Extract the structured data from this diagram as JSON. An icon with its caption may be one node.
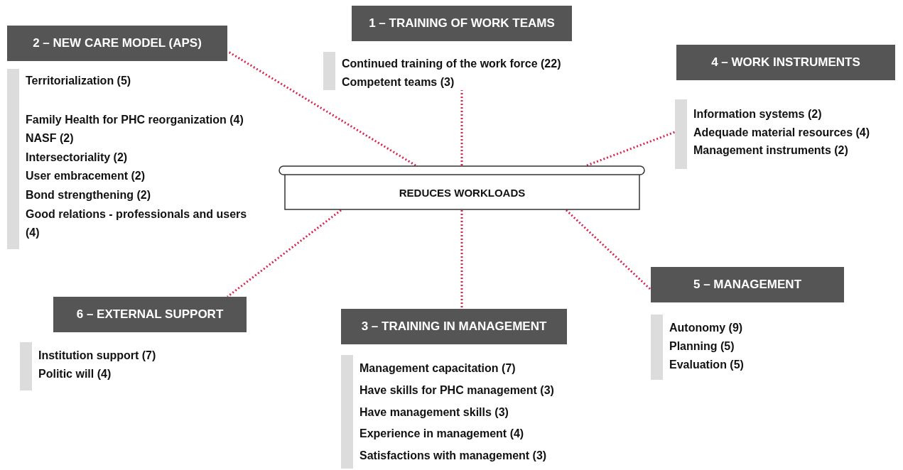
{
  "diagram": {
    "nodes": [
      {
        "text": [
          "1 – TRAINING OF WORK TEAMS"
        ]
      },
      {
        "text": [
          "Continued training of the work force (22)",
          "Competent teams (3)"
        ]
      },
      {
        "text": [
          "2 – NEW CARE MODEL (APS)"
        ]
      },
      {
        "text": [
          "Territorialization (5)",
          "Family Health for PHC reorganization (4)",
          "NASF (2)",
          "Intersectoriality (2)",
          "User embracement (2)",
          "Bond strengthening (2)",
          "Good relations - professionals and users (4)"
        ]
      },
      {
        "text": [
          "4 – WORK INSTRUMENTS"
        ]
      },
      {
        "text": [
          "Information systems (2)",
          "Adequade material resources (4)",
          "Management instruments (2)"
        ]
      },
      {
        "text": [
          "REDUCES WORKLOADS"
        ]
      },
      {
        "text": [
          "5 – MANAGEMENT"
        ]
      },
      {
        "text": [
          "Autonomy (9)",
          "Planning (5)",
          "Evaluation (5)"
        ]
      },
      {
        "text": [
          "6 – EXTERNAL SUPPORT"
        ]
      },
      {
        "text": [
          "Institution support (7)",
          "Politic will (4)"
        ]
      },
      {
        "text": [
          "3 – TRAINING IN MANAGEMENT"
        ]
      },
      {
        "text": [
          "Management capacitation (7)",
          "Have skills for PHC management (3)",
          "Have management skills (3)",
          "Experience in management (4)",
          "Satisfactions with management (3)"
        ]
      }
    ],
    "edges": [
      {
        "from": 6,
        "to": 1,
        "arrow": "none",
        "style": "dashed"
      },
      {
        "from": 6,
        "to": 2,
        "arrow": "none",
        "style": "dashed"
      },
      {
        "from": 6,
        "to": 5,
        "arrow": "none",
        "style": "dashed"
      },
      {
        "from": 6,
        "to": 7,
        "arrow": "none",
        "style": "dashed"
      },
      {
        "from": 6,
        "to": 11,
        "arrow": "none",
        "style": "dashed"
      },
      {
        "from": 6,
        "to": 9,
        "arrow": "none",
        "style": "dashed"
      }
    ]
  }
}
